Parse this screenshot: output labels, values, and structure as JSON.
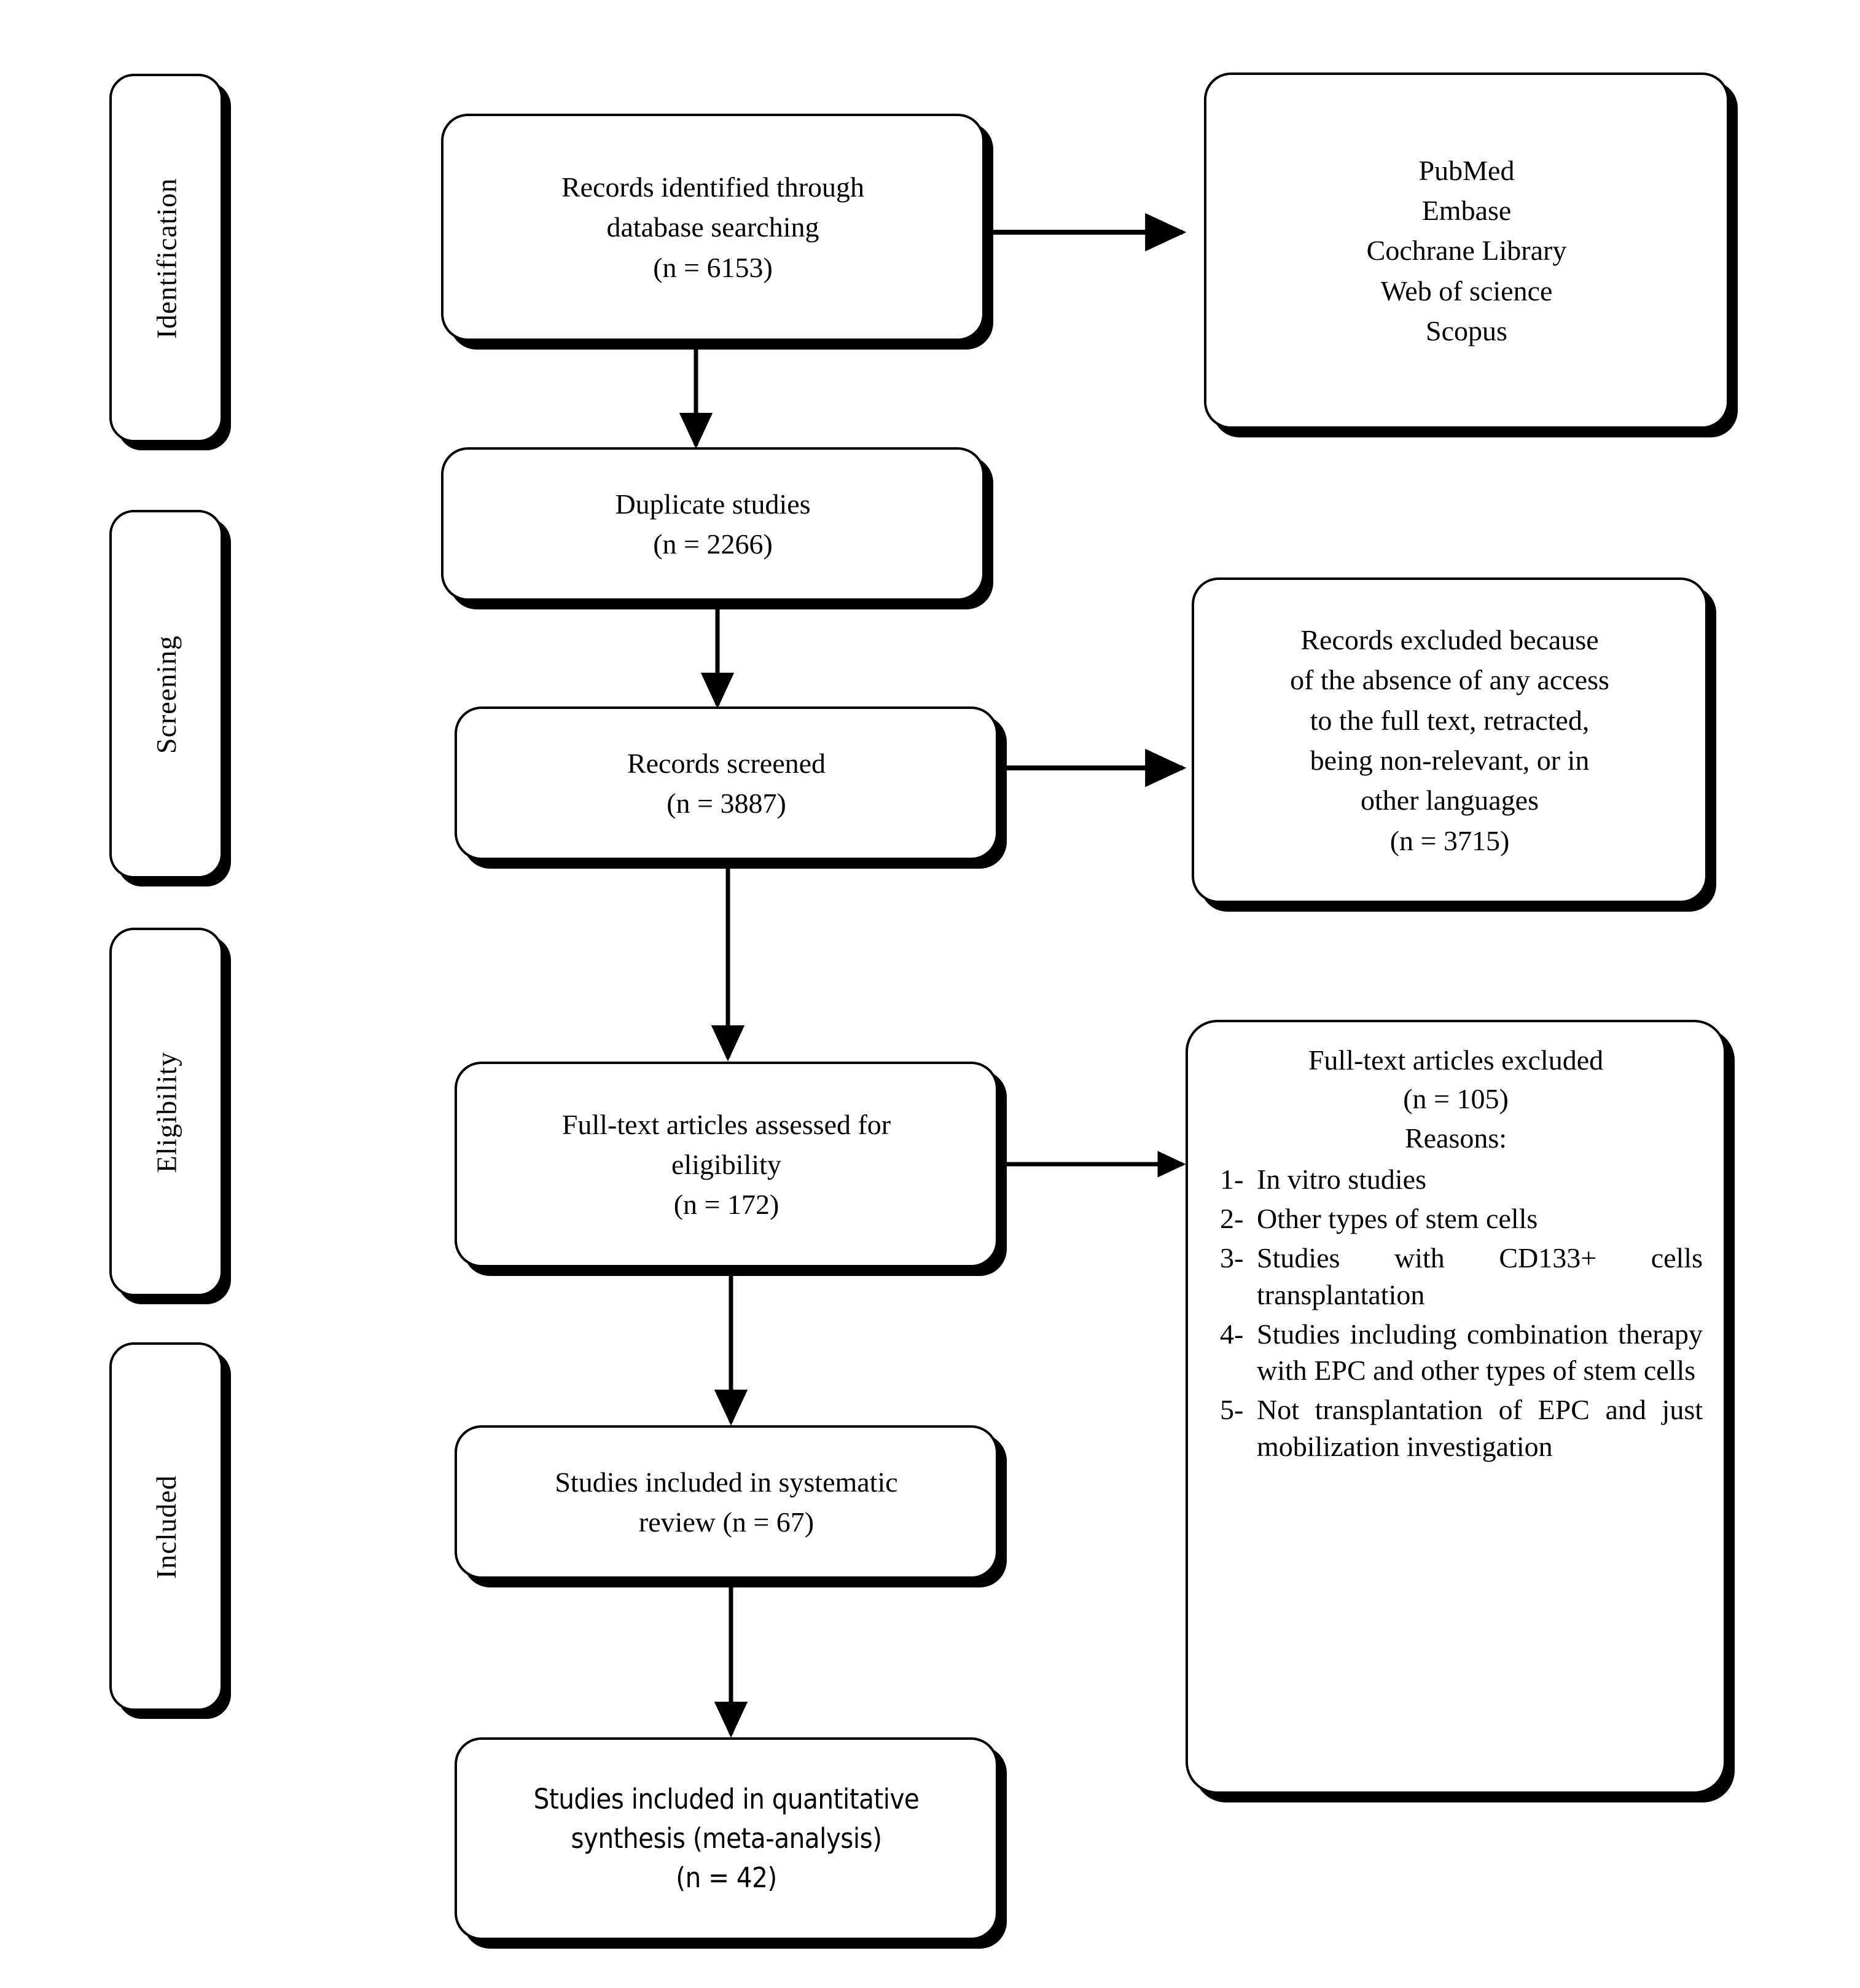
{
  "diagram": {
    "type": "prisma-flow-diagram",
    "title": "PRISMA study selection flow diagram"
  },
  "stages": [
    {
      "id": "identification",
      "label": "Identification"
    },
    {
      "id": "screening",
      "label": "Screening"
    },
    {
      "id": "eligibility",
      "label": "Eligibility"
    },
    {
      "id": "included",
      "label": "Included"
    }
  ],
  "flow": {
    "records_identified": {
      "line1": "Records identified through",
      "line2": "database searching",
      "line3": "(n = 6153)",
      "count": 6153
    },
    "duplicates": {
      "line1": "Duplicate studies",
      "line2": "(n = 2266)",
      "count": 2266
    },
    "records_screened": {
      "line1": "Records screened",
      "line2": "(n = 3887)",
      "count": 3887
    },
    "fulltext_assessed": {
      "line1": "Full-text articles assessed for",
      "line2": "eligibility",
      "line3": "(n = 172)",
      "count": 172
    },
    "systematic_review": {
      "line1": "Studies included in systematic",
      "line2": "review (n = 67)",
      "count": 67
    },
    "quantitative_synthesis": {
      "line1": "Studies included in quantitative",
      "line2": "synthesis (meta-analysis)",
      "line3": "(n = 42)",
      "count": 42
    }
  },
  "databases": {
    "items": [
      "PubMed",
      "Embase",
      "Cochrane Library",
      "Web of science",
      "Scopus"
    ]
  },
  "records_excluded": {
    "line1": "Records excluded because",
    "line2": "of the absence of any access",
    "line3": "to the full text, retracted,",
    "line4": "being non-relevant, or in",
    "line5": "other languages",
    "line6": "(n = 3715)",
    "count": 3715
  },
  "fulltext_excluded": {
    "line1": "Full-text articles excluded",
    "line2": "(n = 105)",
    "line3": "Reasons:",
    "count": 105,
    "reasons": [
      {
        "num": "1-",
        "text": "In vitro studies"
      },
      {
        "num": "2-",
        "text": "Other types of stem cells"
      },
      {
        "num": "3-",
        "text": "Studies with CD133+ cells transplantation"
      },
      {
        "num": "4-",
        "text": "Studies including combination therapy with EPC and other types of stem cells"
      },
      {
        "num": "5-",
        "text": "Not transplantation of EPC and just mobilization investigation"
      }
    ]
  },
  "colors": {
    "stroke": "#000000",
    "fill": "#ffffff",
    "shadow": "#000000"
  }
}
